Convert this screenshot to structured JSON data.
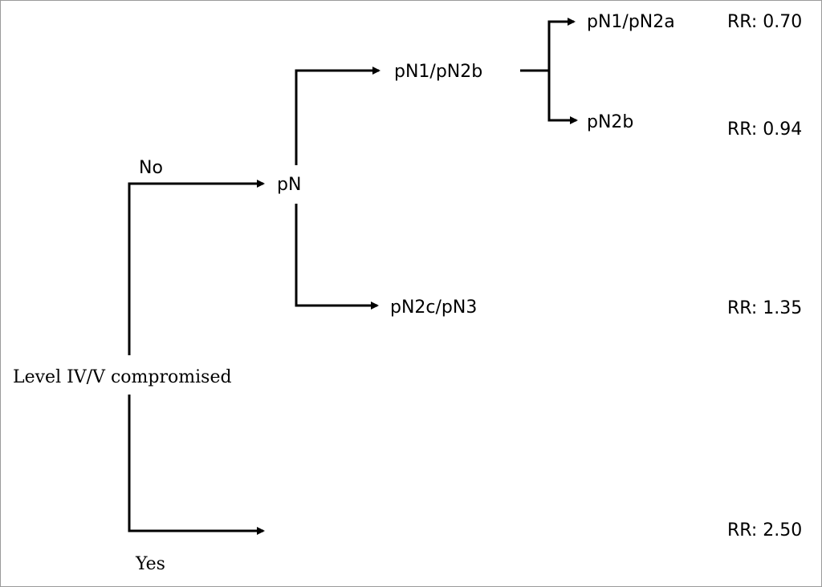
{
  "root": {
    "label": "Level IV/V compromised"
  },
  "branches": {
    "no": "No",
    "yes": "Yes"
  },
  "nodes": {
    "pn": "pN",
    "pn1_pn2b": "pN1/pN2b",
    "pn2c_pn3": "pN2c/pN3",
    "pn1_pn2a": "pN1/pN2a",
    "pn2b": "pN2b"
  },
  "risk_ratios": {
    "pn1_pn2a": "RR: 0.70",
    "pn2b": "RR: 0.94",
    "pn2c_pn3": "RR: 1.35",
    "yes": "RR: 2.50"
  }
}
